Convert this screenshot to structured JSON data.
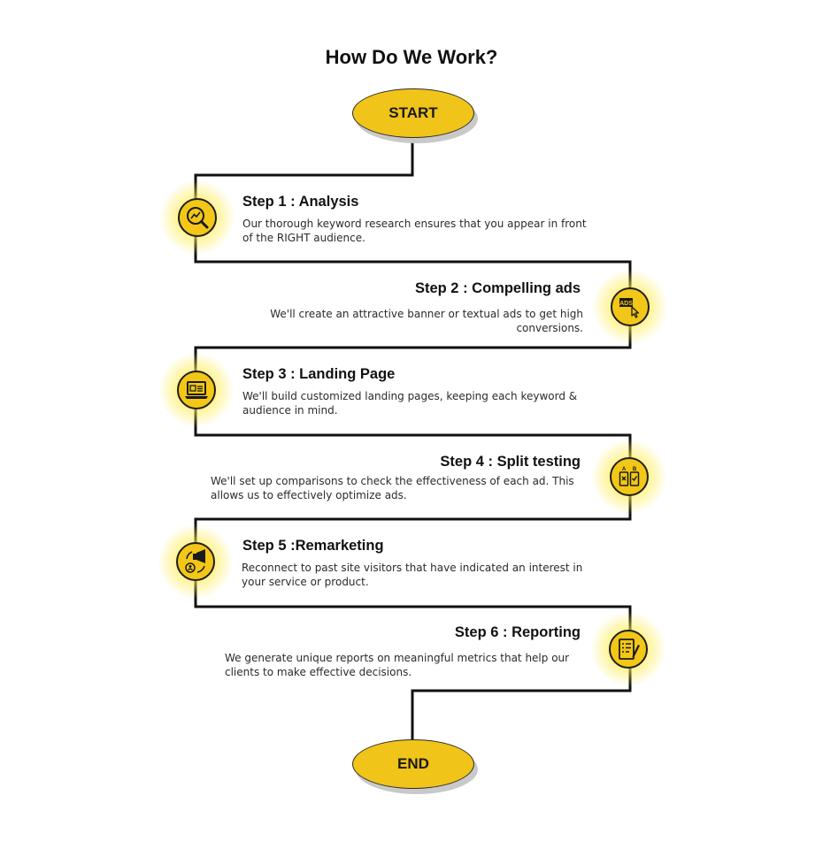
{
  "title": "How Do We Work?",
  "start_label": "START",
  "end_label": "END",
  "colors": {
    "accent": "#f2c717",
    "line": "#111111",
    "text": "#1a1a1a"
  },
  "steps": [
    {
      "title": "Step 1 : Analysis",
      "desc": "Our thorough keyword research ensures that you appear in front of the RIGHT audience.",
      "icon": "analysis-magnifier-icon"
    },
    {
      "title": "Step 2 : Compelling ads",
      "desc": "We'll create an attractive banner or textual ads to get high conversions.",
      "icon": "ads-click-icon"
    },
    {
      "title": "Step 3 : Landing Page",
      "desc": "We'll build customized landing pages, keeping each keyword & audience in mind.",
      "icon": "laptop-icon"
    },
    {
      "title": "Step 4 : Split testing",
      "desc": "We'll set up comparisons to check the effectiveness of each ad. This allows us to effectively optimize ads.",
      "icon": "ab-test-icon"
    },
    {
      "title": "Step 5 :Remarketing",
      "desc": "Reconnect to past site visitors that have indicated an interest in your service or product.",
      "icon": "megaphone-icon"
    },
    {
      "title": "Step 6 :  Reporting",
      "desc": "We generate unique reports on meaningful metrics that help our clients to make effective decisions.",
      "icon": "report-icon"
    }
  ]
}
